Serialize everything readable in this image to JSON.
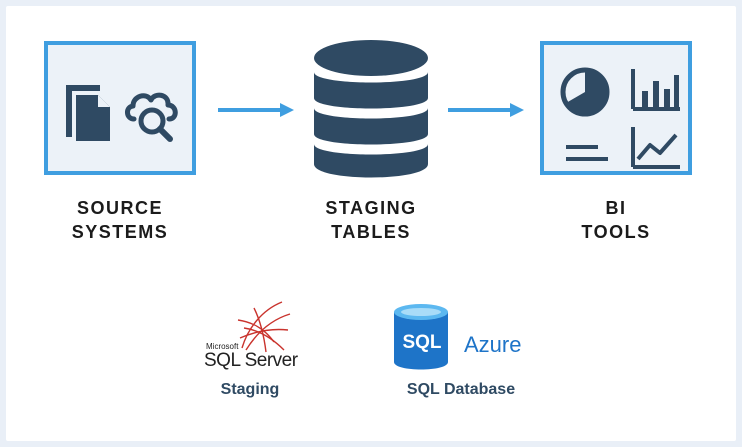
{
  "nodes": {
    "source": {
      "line1": "SOURCE",
      "line2": "SYSTEMS"
    },
    "staging": {
      "line1": "STAGING",
      "line2": "TABLES"
    },
    "bi": {
      "line1": "BI",
      "line2": "TOOLS"
    }
  },
  "logos": {
    "sqlserver": {
      "brand": "Microsoft",
      "product": "SQL Server",
      "caption": "Staging"
    },
    "azure": {
      "badge": "SQL",
      "brand": "Azure",
      "caption": "SQL Database"
    }
  },
  "colors": {
    "accent": "#3f9ee0",
    "icon": "#2f4a63",
    "box_fill": "#ecf2f8",
    "azure_text": "#1e74c8",
    "sqlserver_red": "#c9332d"
  }
}
